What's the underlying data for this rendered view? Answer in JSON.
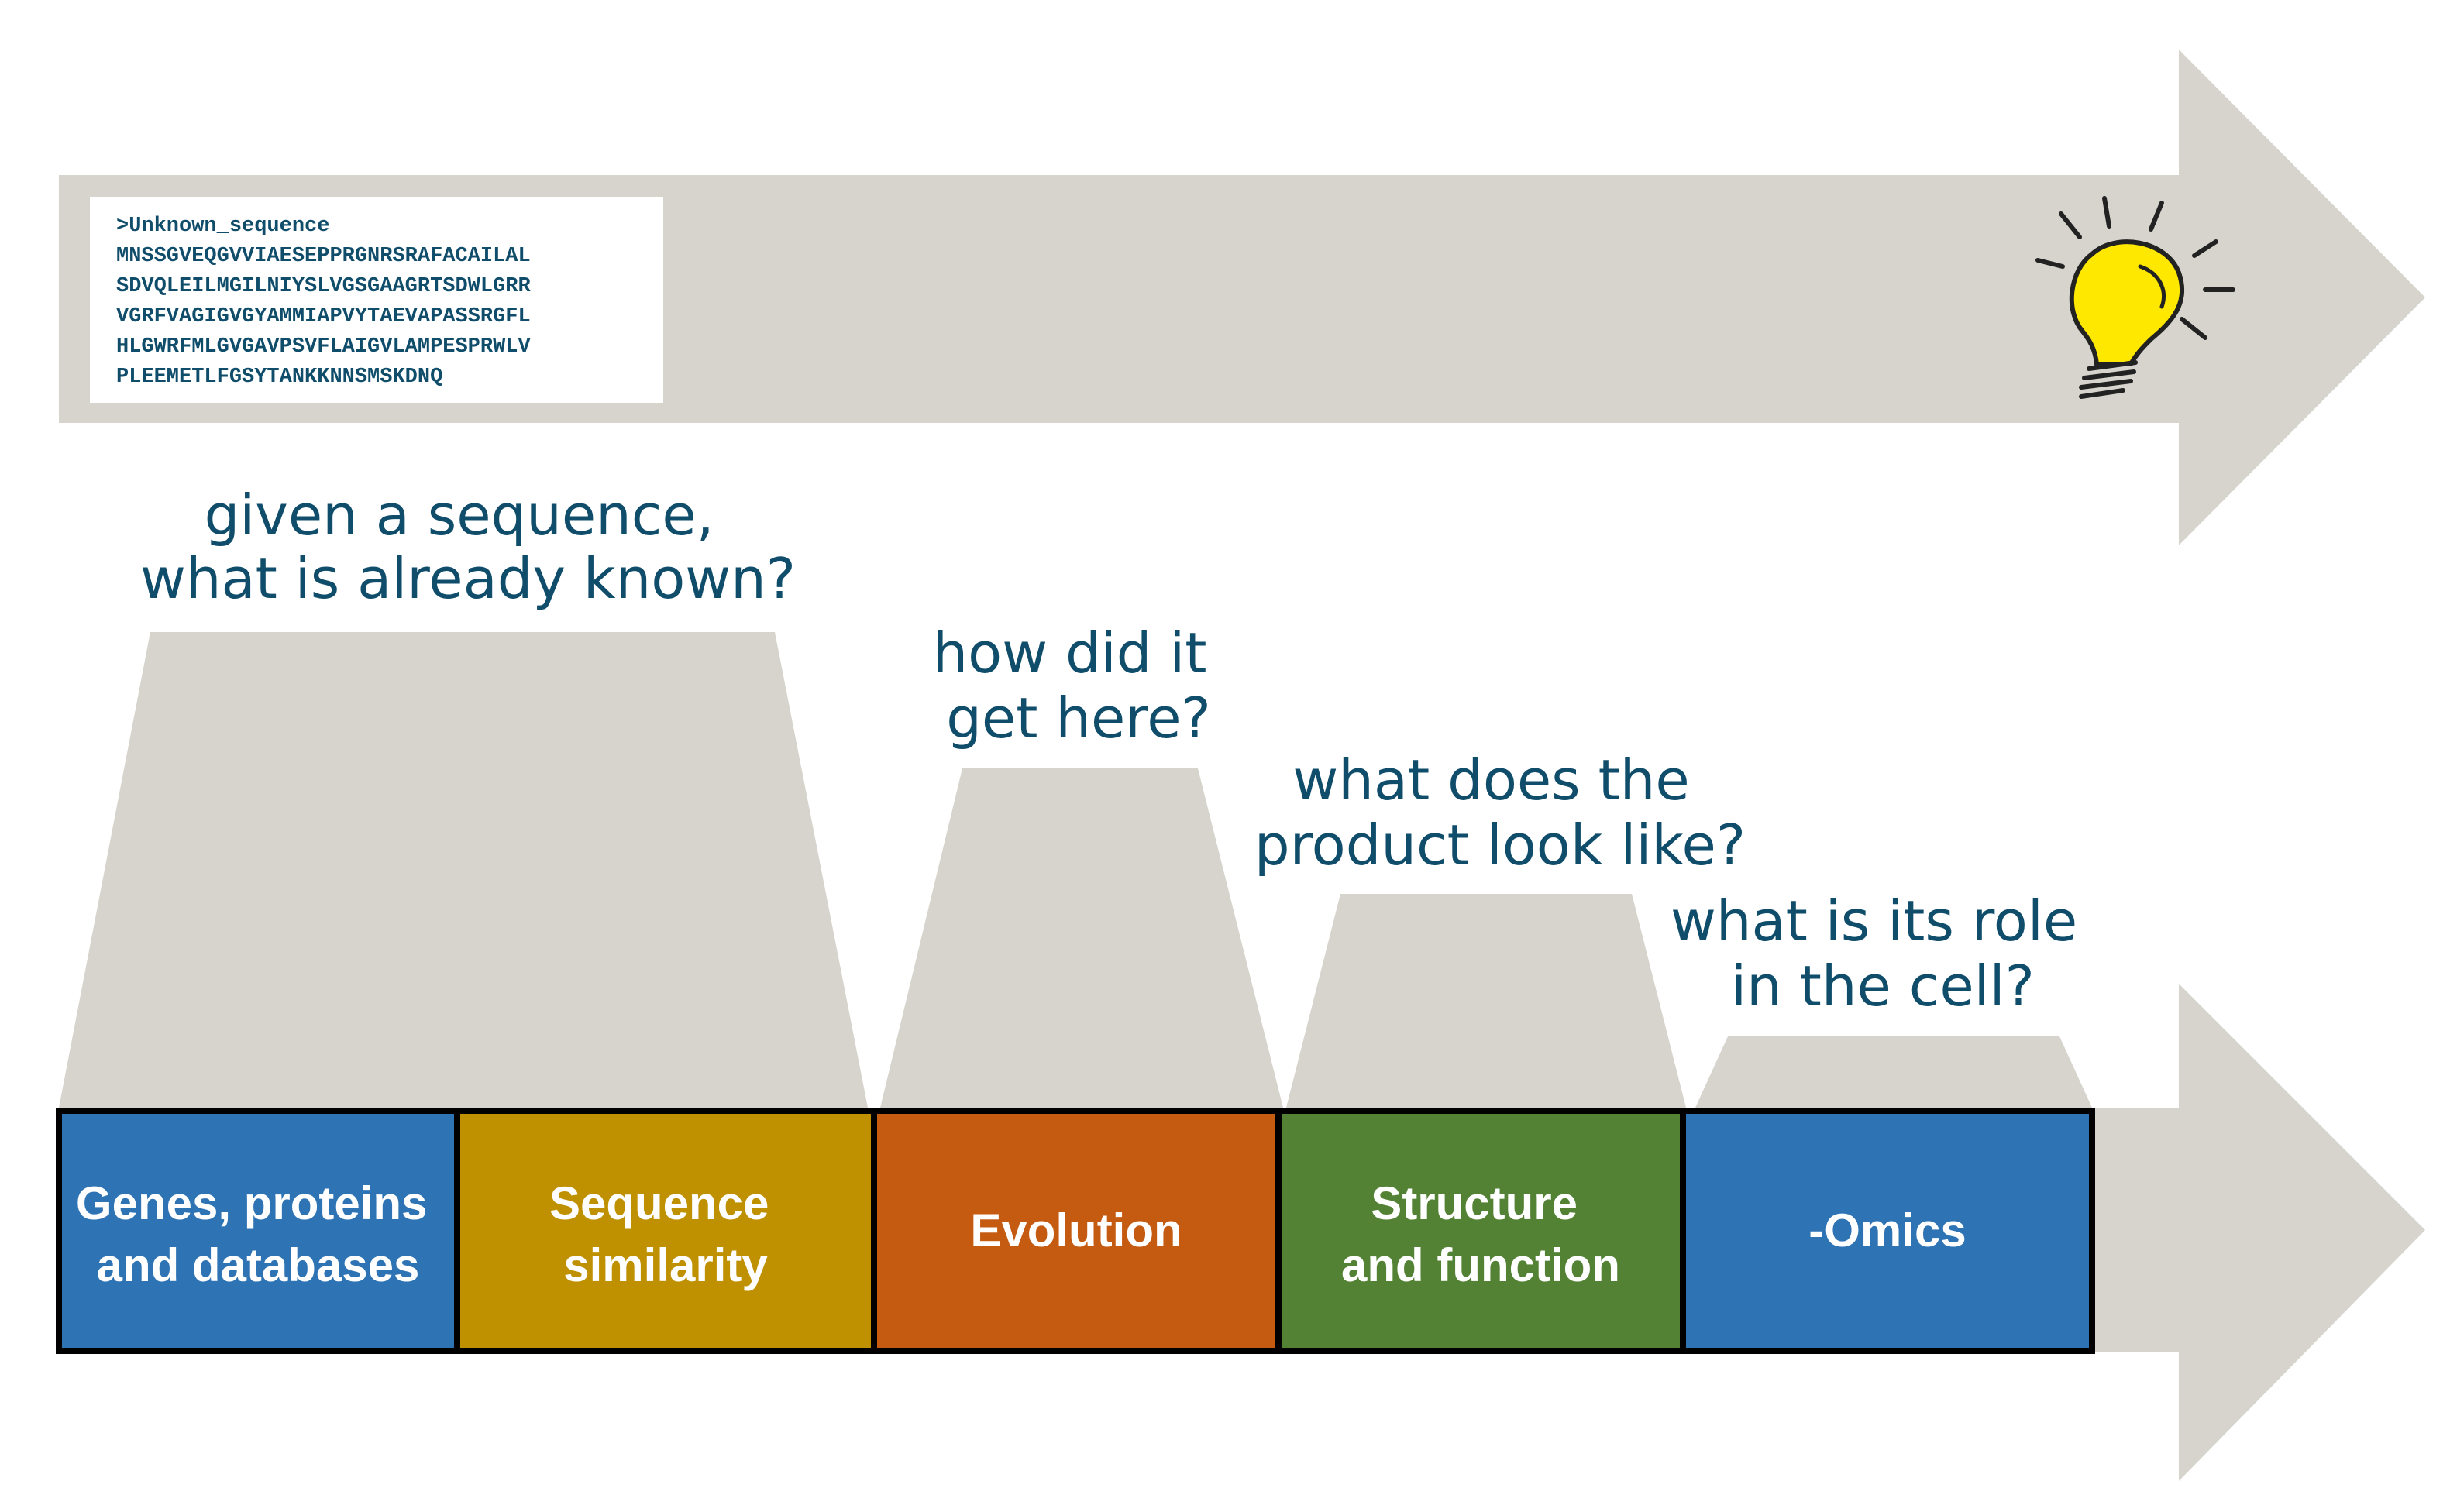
{
  "sequence_box": {
    "header": ">Unknown_sequence",
    "lines": [
      "MNSSGVEQGVVIAESEPPRGNRSRAFACAILAL",
      "SDVQLEILMGILNIYSLVGSGAAGRTSDWLGRR",
      "VGRFVAGIGVGYAMMIAPVYTAEVAPASSRGFL",
      "HLGWRFMLGVGAVPSVFLAIGVLAMPESPRWLV",
      "PLEEMETLFGSYTANKKNNSMSKDNQ"
    ]
  },
  "questions": [
    {
      "line1": "given a sequence,",
      "line2": "what is already known?"
    },
    {
      "line1": "how did it",
      "line2": "get here?"
    },
    {
      "line1": "what does the",
      "line2": "product look like?"
    },
    {
      "line1": "what is its role",
      "line2": "in the cell?"
    }
  ],
  "stages": [
    {
      "line1": "Genes, proteins",
      "line2": "and databases",
      "color": "#2e74b5"
    },
    {
      "line1": "Sequence",
      "line2": "similarity",
      "color": "#bf9000"
    },
    {
      "line1": "Evolution",
      "line2": "",
      "color": "#c55a11"
    },
    {
      "line1": "Structure",
      "line2": "and function",
      "color": "#548235"
    },
    {
      "line1": "-Omics",
      "line2": "",
      "color": "#2e74b5"
    }
  ],
  "icons": [
    "lightbulb-icon"
  ],
  "colors": {
    "arrow": "#d6d4cc",
    "question_text": "#0f4d6b",
    "bulb_fill": "#ffe800",
    "border": "#000000"
  }
}
